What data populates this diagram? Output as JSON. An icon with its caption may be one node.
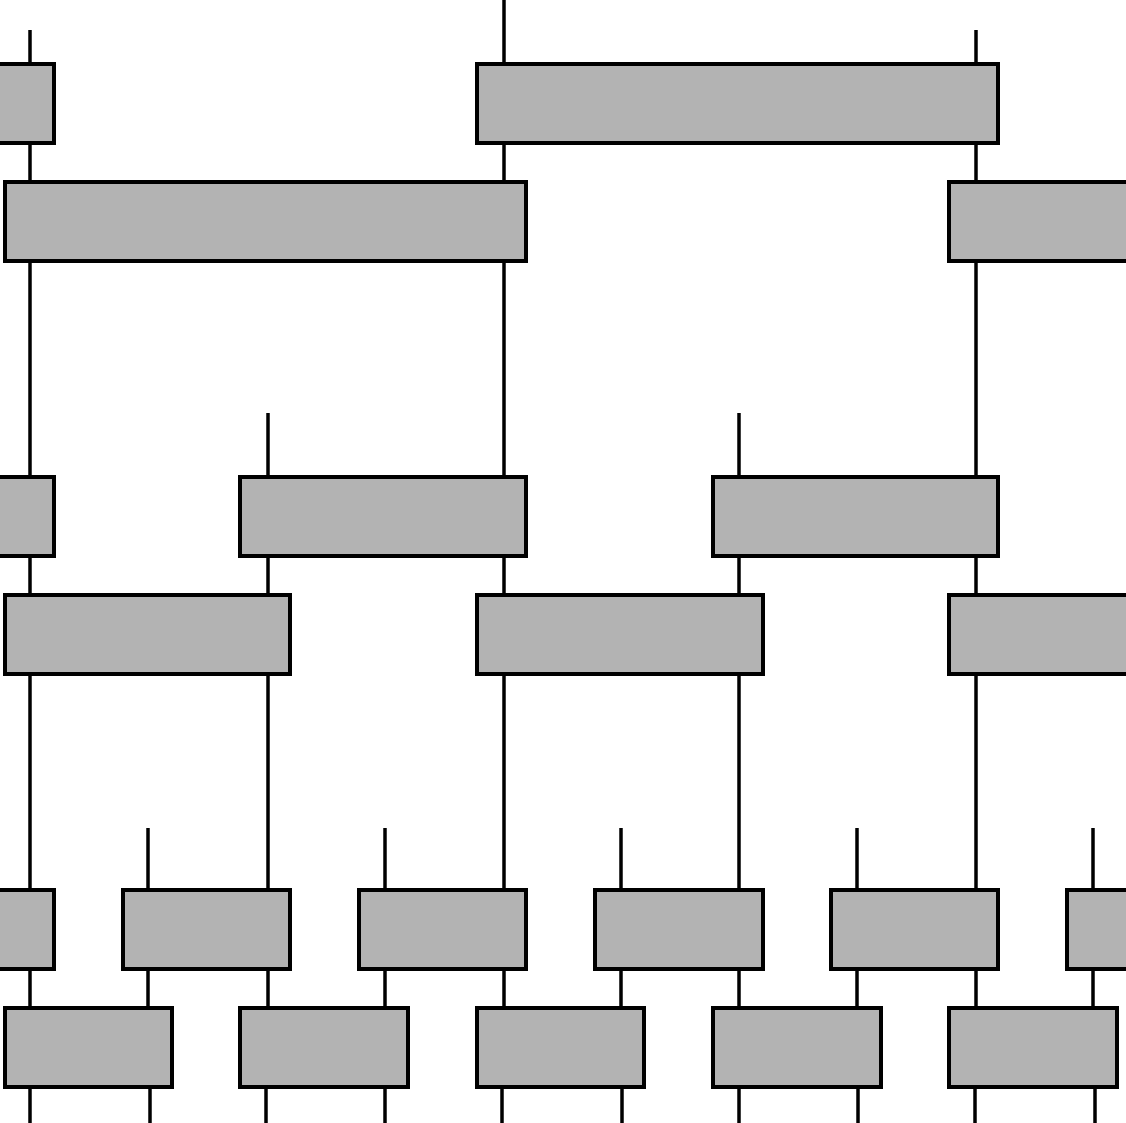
{
  "diagram": {
    "nodes": [
      {
        "text": [],
        "shape": "box"
      },
      {
        "text": [],
        "shape": "box"
      },
      {
        "text": [],
        "shape": "box"
      },
      {
        "text": [],
        "shape": "box"
      },
      {
        "text": [],
        "shape": "box"
      },
      {
        "text": [],
        "shape": "box"
      },
      {
        "text": [],
        "shape": "box"
      },
      {
        "text": [],
        "shape": "box"
      },
      {
        "text": [],
        "shape": "box"
      },
      {
        "text": [],
        "shape": "box"
      },
      {
        "text": [],
        "shape": "box"
      },
      {
        "text": [],
        "shape": "box"
      },
      {
        "text": [],
        "shape": "box"
      },
      {
        "text": [],
        "shape": "box"
      },
      {
        "text": [],
        "shape": "box"
      },
      {
        "text": [],
        "shape": "box"
      },
      {
        "text": [],
        "shape": "box"
      },
      {
        "text": [],
        "shape": "box"
      },
      {
        "text": [],
        "shape": "box"
      },
      {
        "text": [],
        "shape": "box"
      },
      {
        "text": [],
        "shape": "box"
      }
    ],
    "edges": [
      {
        "from": null,
        "to": 0,
        "arrow": "none"
      },
      {
        "from": null,
        "to": 1,
        "arrow": "none"
      },
      {
        "from": null,
        "to": 1,
        "arrow": "none"
      },
      {
        "from": 0,
        "to": 2,
        "arrow": "none"
      },
      {
        "from": 1,
        "to": 2,
        "arrow": "none"
      },
      {
        "from": 1,
        "to": 3,
        "arrow": "none"
      },
      {
        "from": 2,
        "to": 4,
        "arrow": "none"
      },
      {
        "from": 2,
        "to": 5,
        "arrow": "none"
      },
      {
        "from": 3,
        "to": 6,
        "arrow": "none"
      },
      {
        "from": null,
        "to": 5,
        "arrow": "none"
      },
      {
        "from": null,
        "to": 6,
        "arrow": "none"
      },
      {
        "from": 4,
        "to": 7,
        "arrow": "none"
      },
      {
        "from": 5,
        "to": 7,
        "arrow": "none"
      },
      {
        "from": 5,
        "to": 8,
        "arrow": "none"
      },
      {
        "from": 6,
        "to": 8,
        "arrow": "none"
      },
      {
        "from": 6,
        "to": 9,
        "arrow": "none"
      },
      {
        "from": 7,
        "to": 10,
        "arrow": "none"
      },
      {
        "from": 7,
        "to": 11,
        "arrow": "none"
      },
      {
        "from": 8,
        "to": 12,
        "arrow": "none"
      },
      {
        "from": 8,
        "to": 13,
        "arrow": "none"
      },
      {
        "from": 9,
        "to": 14,
        "arrow": "none"
      },
      {
        "from": null,
        "to": 11,
        "arrow": "none"
      },
      {
        "from": null,
        "to": 12,
        "arrow": "none"
      },
      {
        "from": null,
        "to": 13,
        "arrow": "none"
      },
      {
        "from": null,
        "to": 14,
        "arrow": "none"
      },
      {
        "from": null,
        "to": 15,
        "arrow": "none"
      },
      {
        "from": 10,
        "to": 16,
        "arrow": "none"
      },
      {
        "from": 11,
        "to": 16,
        "arrow": "none"
      },
      {
        "from": 11,
        "to": 17,
        "arrow": "none"
      },
      {
        "from": 12,
        "to": 17,
        "arrow": "none"
      },
      {
        "from": 12,
        "to": 18,
        "arrow": "none"
      },
      {
        "from": 13,
        "to": 18,
        "arrow": "none"
      },
      {
        "from": 13,
        "to": 19,
        "arrow": "none"
      },
      {
        "from": 14,
        "to": 19,
        "arrow": "none"
      },
      {
        "from": 14,
        "to": 20,
        "arrow": "none"
      },
      {
        "from": 15,
        "to": 20,
        "arrow": "none"
      },
      {
        "from": 16,
        "to": null,
        "arrow": "none"
      },
      {
        "from": 16,
        "to": null,
        "arrow": "none"
      },
      {
        "from": 17,
        "to": null,
        "arrow": "none"
      },
      {
        "from": 17,
        "to": null,
        "arrow": "none"
      },
      {
        "from": 18,
        "to": null,
        "arrow": "none"
      },
      {
        "from": 18,
        "to": null,
        "arrow": "none"
      },
      {
        "from": 19,
        "to": null,
        "arrow": "none"
      },
      {
        "from": 19,
        "to": null,
        "arrow": "none"
      },
      {
        "from": 20,
        "to": null,
        "arrow": "none"
      },
      {
        "from": 20,
        "to": null,
        "arrow": "none"
      }
    ]
  }
}
